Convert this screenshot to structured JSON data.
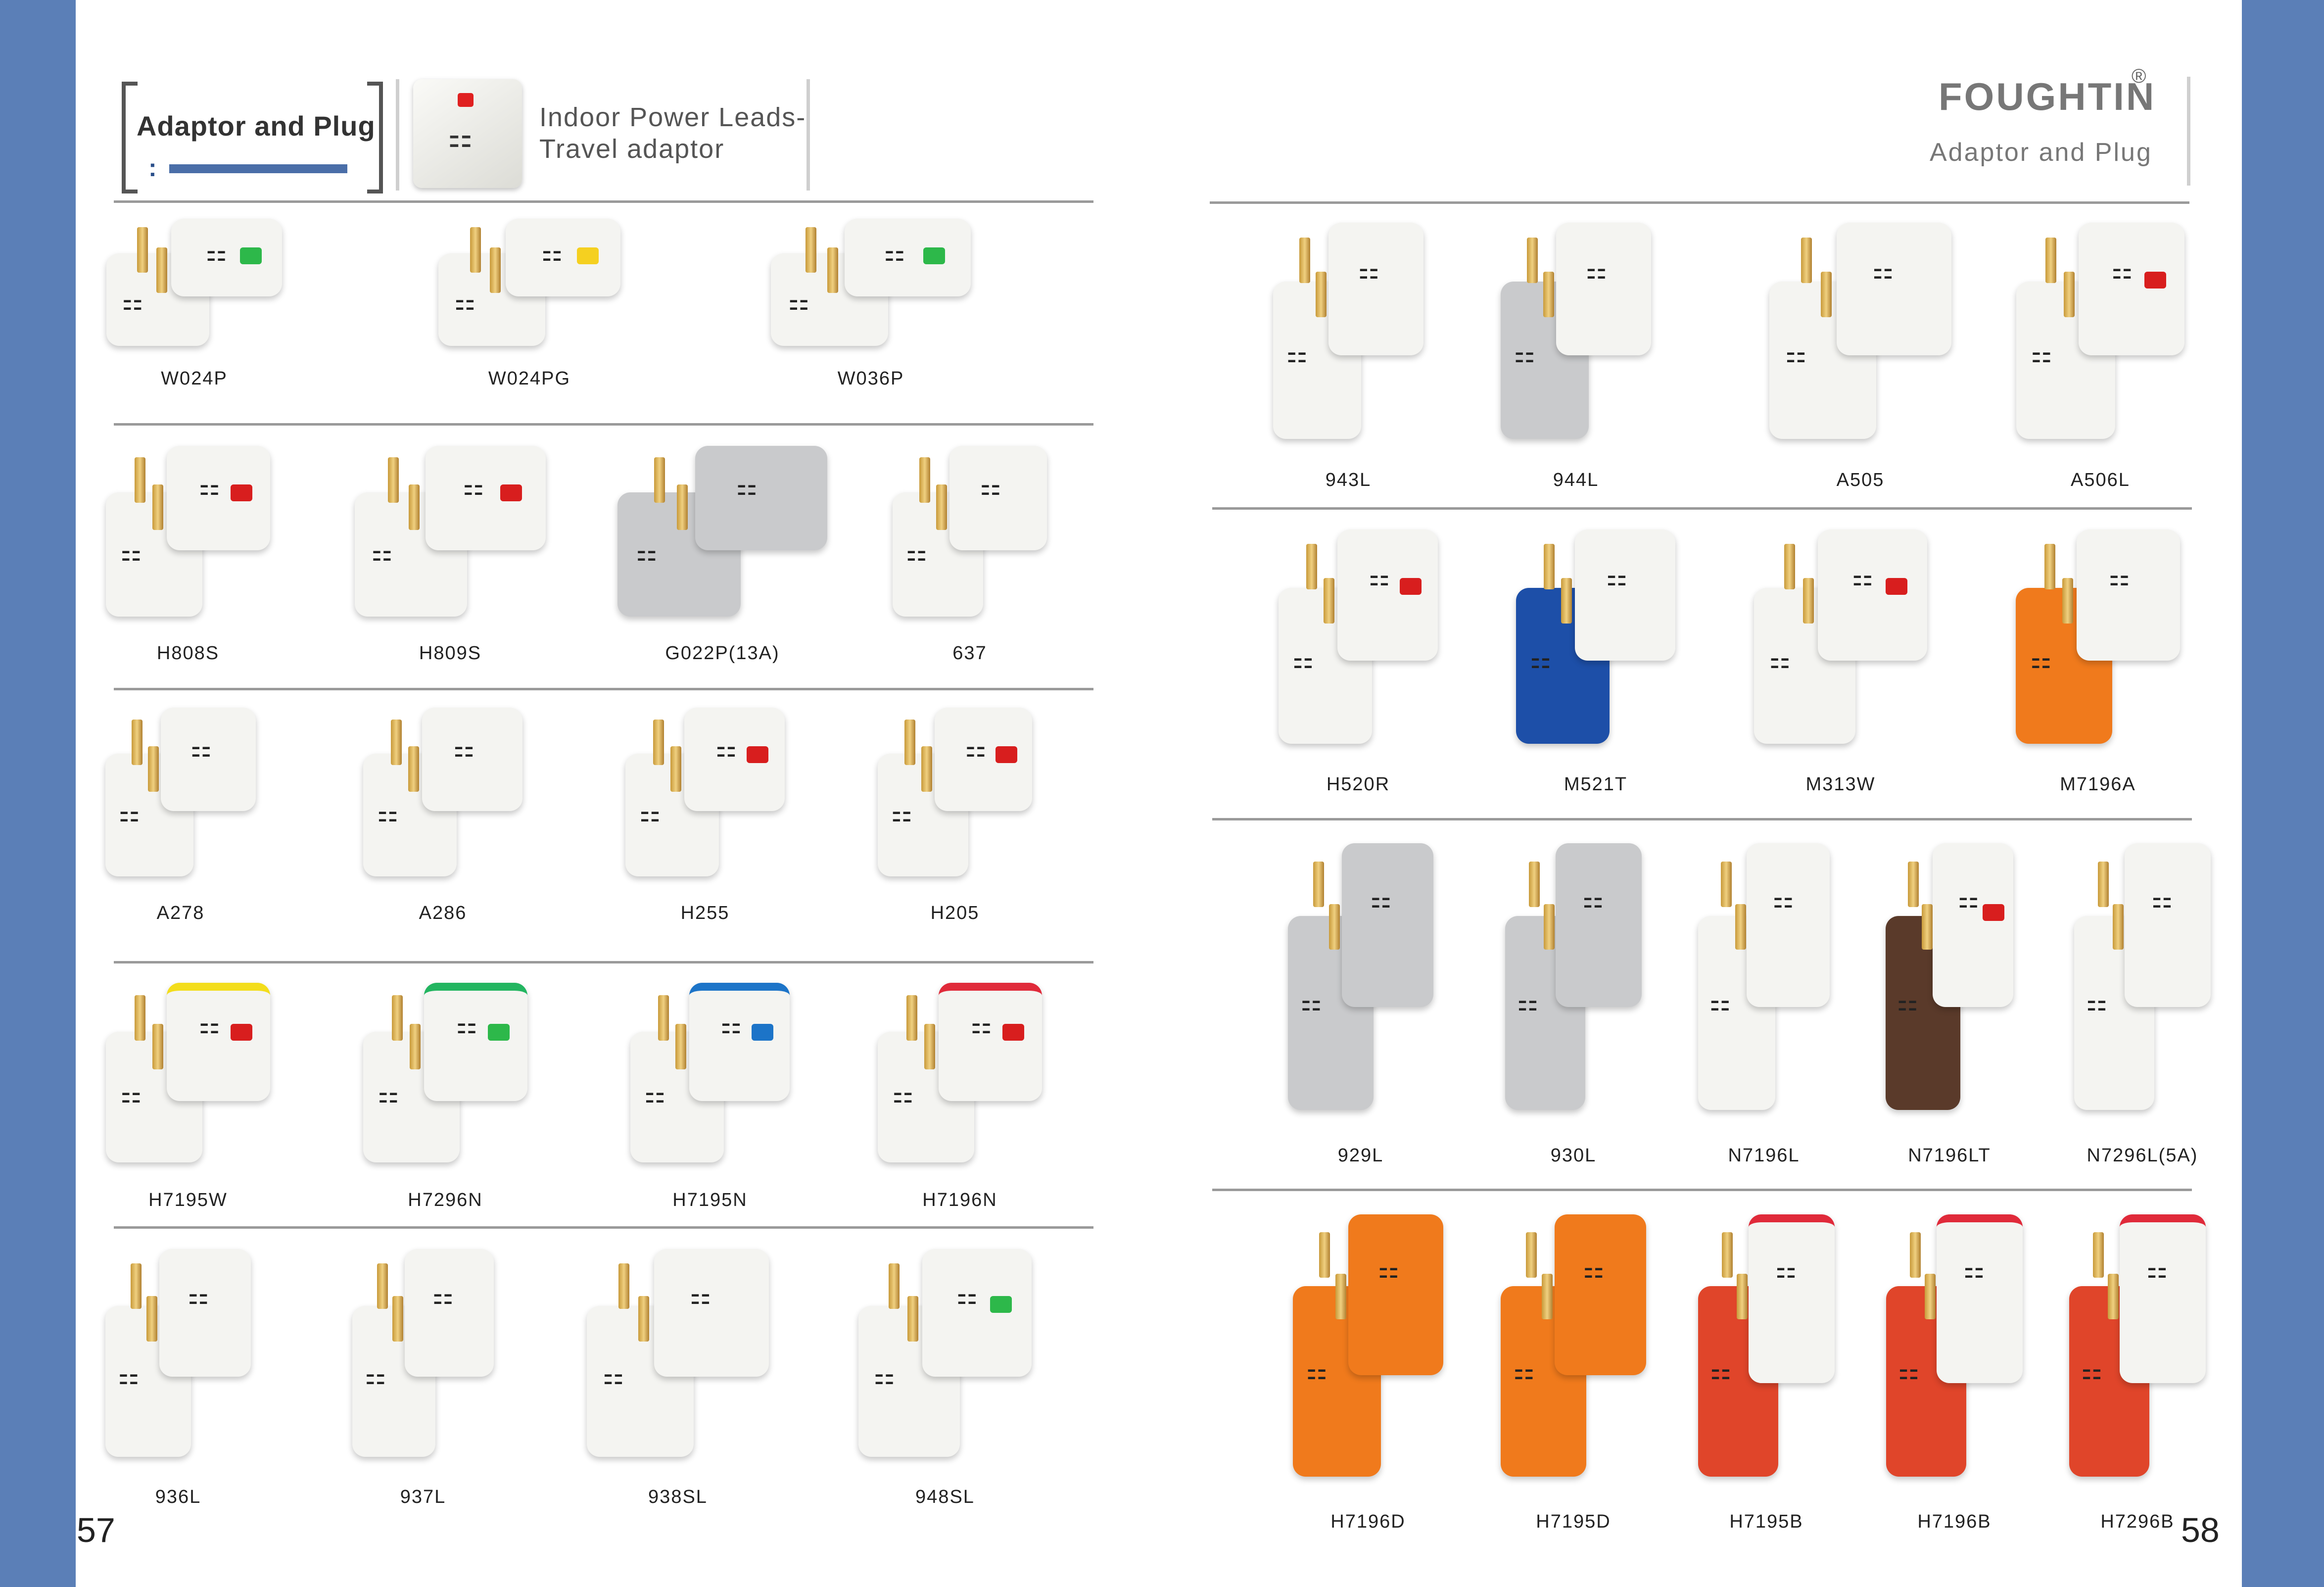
{
  "header": {
    "title": "Adaptor and Plug",
    "colon": ":",
    "subtitle_line1": "Indoor Power Leads-",
    "subtitle_line2": "Travel adaptor",
    "thumb_socket": "⚏",
    "brand": "FOUGHTIN",
    "brand_mark": "®",
    "brand_sub": "Adaptor and Plug"
  },
  "page_numbers": {
    "left": "57",
    "right": "58"
  },
  "left_rows": [
    [
      "W024P",
      "W024PG",
      "W036P"
    ],
    [
      "H808S",
      "H809S",
      "G022P(13A)",
      "637"
    ],
    [
      "A278",
      "A286",
      "H255",
      "H205"
    ],
    [
      "H7195W",
      "H7296N",
      "H7195N",
      "H7196N"
    ],
    [
      "936L",
      "937L",
      "938SL",
      "948SL"
    ]
  ],
  "right_rows": [
    [
      "943L",
      "944L",
      "A505",
      "A506L"
    ],
    [
      "H520R",
      "M521T",
      "M313W",
      "M7196A"
    ],
    [
      "929L",
      "930L",
      "N7196L",
      "N7196LT",
      "N7296L(5A)"
    ],
    [
      "H7196D",
      "H7195D",
      "H7195B",
      "H7196B",
      "H7296B"
    ]
  ],
  "colors": {
    "band": "#5b7fb7",
    "page": "#ffffff",
    "rule": "#9a9a9a",
    "accent_bar": "#4a6ea8",
    "plug_white": "#f4f4f1",
    "plug_grey": "#c9cacc",
    "plug_orange": "#f07a1c",
    "plug_red": "#e0452a",
    "plug_blue": "#1d4fa8",
    "plug_brown": "#5a3a2a",
    "led_green": "#2db84a",
    "led_yellow": "#f5d020",
    "led_red": "#d81e1e",
    "trim_yellow": "#f3dd1b",
    "trim_green": "#22b560",
    "trim_blue": "#1c74c8",
    "trim_red": "#e02a3a",
    "pin_brass": "#d6ab4c"
  },
  "icons": {
    "socket": "⚏"
  }
}
